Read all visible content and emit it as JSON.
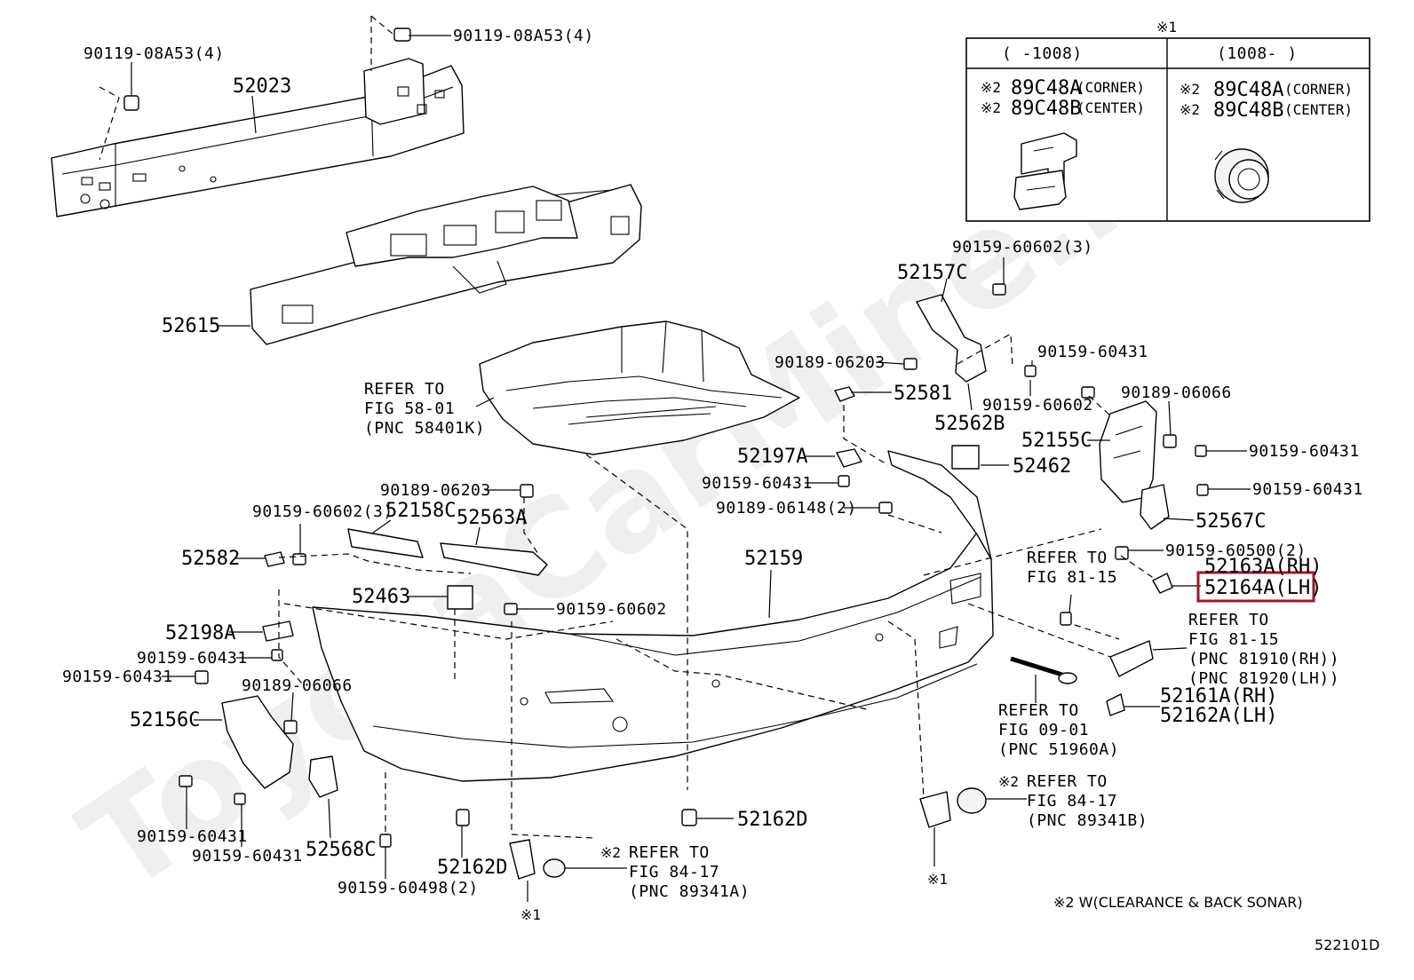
{
  "watermark": "ToyotaCarMine.ru",
  "figure_id": "522101D",
  "note_sonar": "※2 W(CLEARANCE & BACK SONAR)",
  "inset": {
    "mark": "※1",
    "col_left": {
      "header": "(    -1008)",
      "row1_mark": "※2",
      "row1_part": "89C48A",
      "row1_desc": "(CORNER)",
      "row2_mark": "※2",
      "row2_part": "89C48B",
      "row2_desc": "(CENTER)"
    },
    "col_right": {
      "header": "(1008-    )",
      "row1_mark": "※2",
      "row1_part": "89C48A",
      "row1_desc": "(CORNER)",
      "row2_mark": "※2",
      "row2_part": "89C48B",
      "row2_desc": "(CENTER)"
    }
  },
  "labels": {
    "p_90119_a": "90119-08A53(4)",
    "p_90119_b": "90119-08A53(4)",
    "p_52023": "52023",
    "p_52615": "52615",
    "p_ref_58_l1": "REFER TO",
    "p_ref_58_l2": "FIG 58-01",
    "p_ref_58_l3": "(PNC 58401K)",
    "p_90159_60602_3a": "90159-60602(3)",
    "p_52157c": "52157C",
    "p_90189_06203_a": "90189-06203",
    "p_90159_60431_a": "90159-60431",
    "p_52581": "52581",
    "p_90159_60602_a": "90159-60602",
    "p_52562b": "52562B",
    "p_90189_06066_a": "90189-06066",
    "p_52155c": "52155C",
    "p_90159_60431_b": "90159-60431",
    "p_90159_60431_c": "90159-60431",
    "p_52567c": "52567C",
    "p_52462": "52462",
    "p_52197a": "52197A",
    "p_90159_60431_d": "90159-60431",
    "p_90189_06148": "90189-06148(2)",
    "p_90189_06203_b": "90189-06203",
    "p_90159_60602_3b": "90159-60602(3)",
    "p_52158c": "52158C",
    "p_52563a": "52563A",
    "p_52582": "52582",
    "p_52159": "52159",
    "p_52463": "52463",
    "p_90159_60602_b": "90159-60602",
    "p_52198a": "52198A",
    "p_90159_60431_e": "90159-60431",
    "p_90159_60431_f": "90159-60431",
    "p_90189_06066_b": "90189-06066",
    "p_52156c": "52156C",
    "p_90159_60431_g": "90159-60431",
    "p_90159_60431_h": "90159-60431",
    "p_52568c": "52568C",
    "p_90159_60498": "90159-60498(2)",
    "p_52162d_a": "52162D",
    "p_52162d_b": "52162D",
    "p_ref_84_a_mark": "※2",
    "p_ref_84_a_l1": "REFER TO",
    "p_ref_84_a_l2": "FIG 84-17",
    "p_ref_84_a_l3": "(PNC 89341A)",
    "p_mark_1a": "※1",
    "p_90159_60500": "90159-60500(2)",
    "p_52163a": "52163A(RH)",
    "p_52164a": "52164A(LH)",
    "p_ref_81_a_l1": "REFER TO",
    "p_ref_81_a_l2": "FIG 81-15",
    "p_ref_81_b_l1": "REFER TO",
    "p_ref_81_b_l2": "FIG 81-15",
    "p_ref_81_b_l3": "(PNC 81910(RH))",
    "p_ref_81_b_l4": "(PNC 81920(LH))",
    "p_52161a": "52161A(RH)",
    "p_52162a": "52162A(LH)",
    "p_ref_09_l1": "REFER TO",
    "p_ref_09_l2": "FIG 09-01",
    "p_ref_09_l3": "(PNC 51960A)",
    "p_ref_84_b_mark": "※2",
    "p_ref_84_b_l1": "REFER TO",
    "p_ref_84_b_l2": "FIG 84-17",
    "p_ref_84_b_l3": "(PNC 89341B)",
    "p_mark_1b": "※1"
  }
}
